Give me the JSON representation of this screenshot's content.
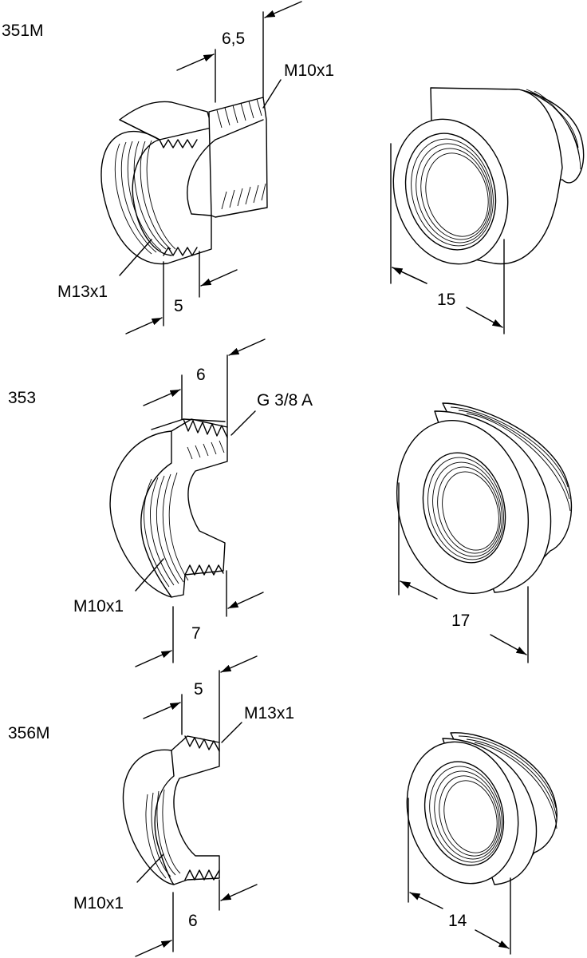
{
  "parts": [
    {
      "code": "351M",
      "section_width": "6,5",
      "outer_thread": "M10x1",
      "inner_thread": "M13x1",
      "head_width": "5",
      "overall_length": "15"
    },
    {
      "code": "353",
      "section_width": "6",
      "outer_thread": "G 3/8 A",
      "inner_thread": "M10x1",
      "head_width": "7",
      "overall_length": "17"
    },
    {
      "code": "356M",
      "section_width": "5",
      "outer_thread": "M13x1",
      "inner_thread": "M10x1",
      "head_width": "6",
      "overall_length": "14"
    }
  ]
}
